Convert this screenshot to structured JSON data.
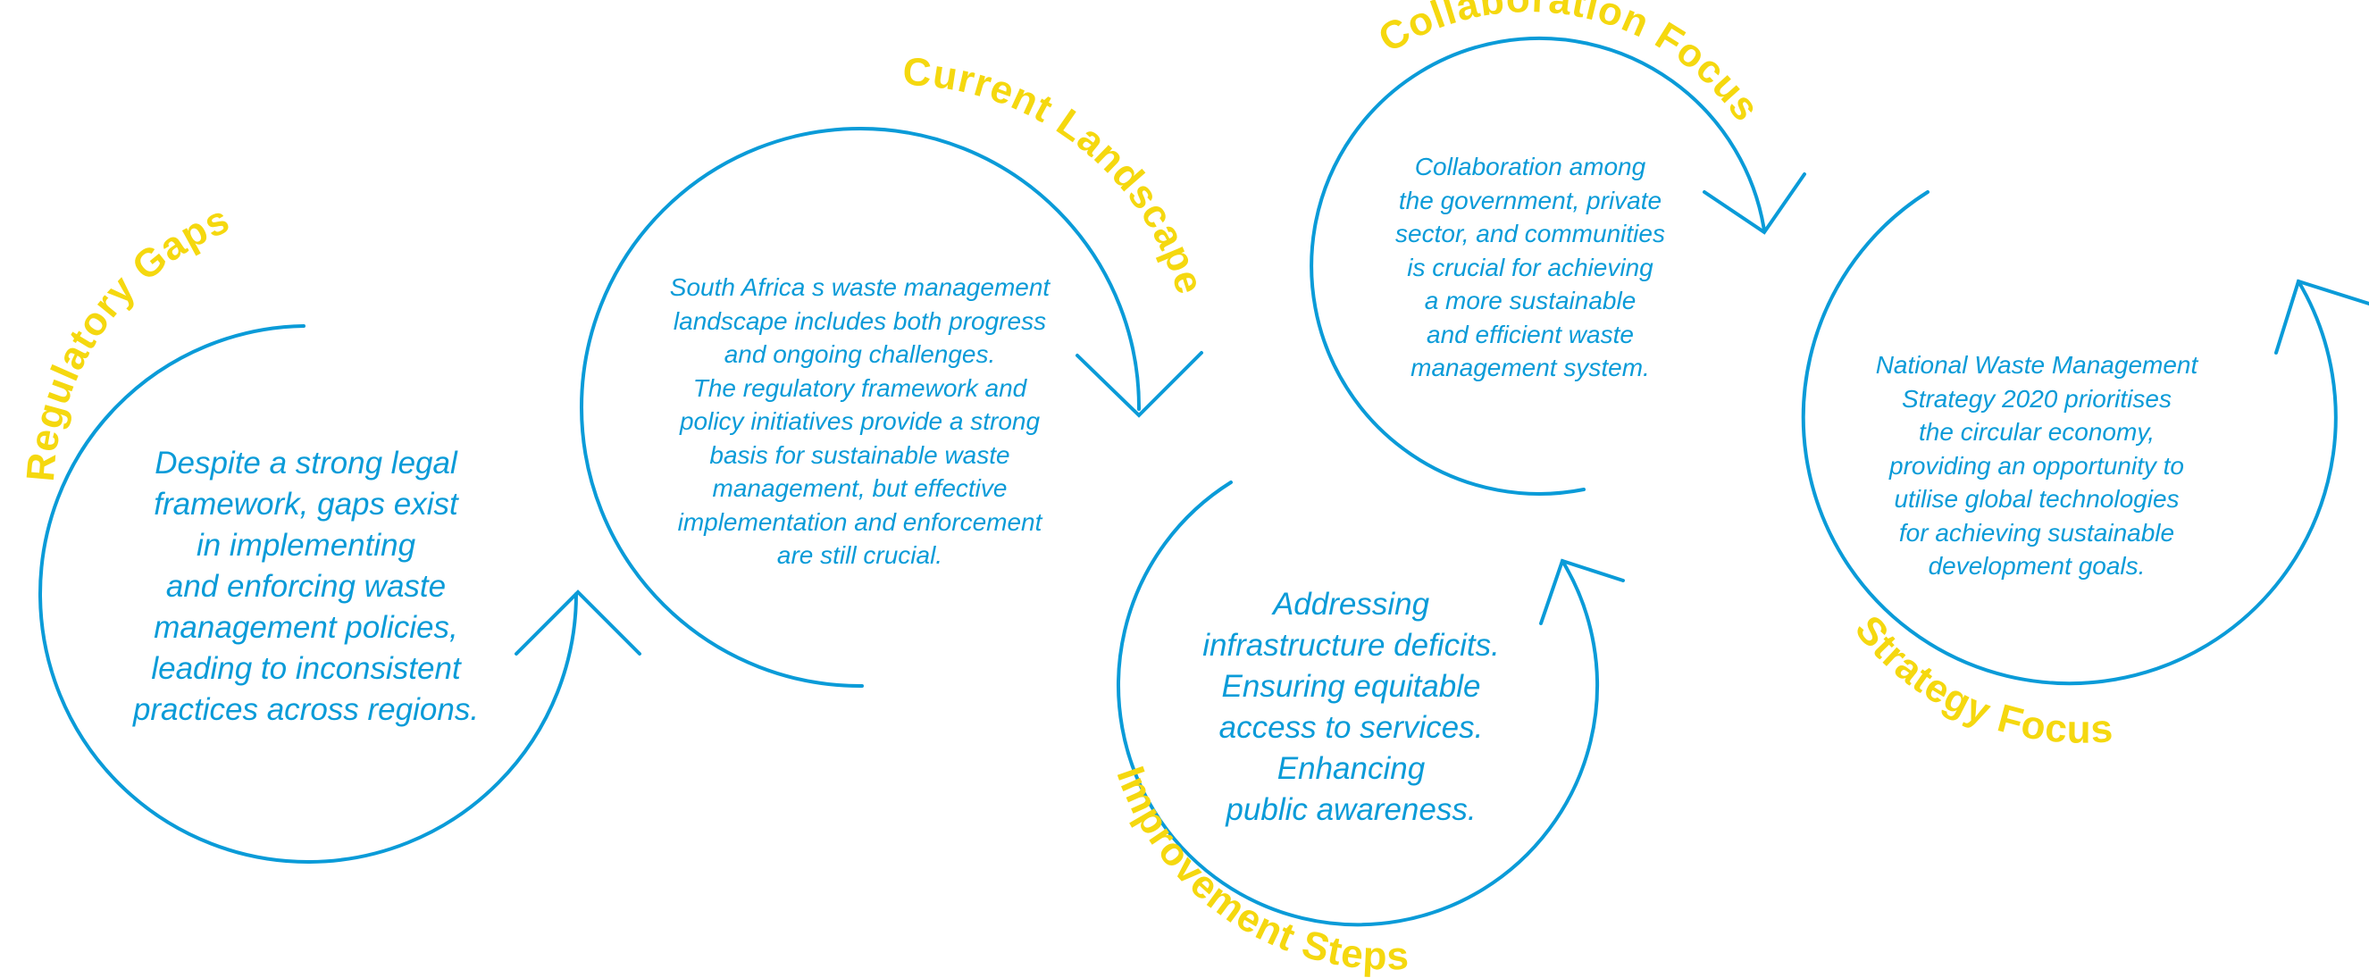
{
  "colors": {
    "line": "#0A9BD8",
    "heading": "#F5D80F",
    "body_text": "#0A9BD8",
    "background": "#ffffff"
  },
  "stages": [
    {
      "heading": "Regulatory Gaps",
      "body": "Despite a strong legal\nframework, gaps exist\nin implementing\nand enforcing waste\nmanagement policies,\nleading to inconsistent\npractices across regions."
    },
    {
      "heading": "Current Landscape",
      "body": "South Africa  s waste management\nlandscape includes both progress\nand ongoing challenges.\nThe regulatory framework and\npolicy initiatives provide a strong\nbasis for sustainable waste\nmanagement, but effective\nimplementation and enforcement\nare still crucial."
    },
    {
      "heading": "Improvement Steps",
      "body": "Addressing\ninfrastructure deficits.\nEnsuring equitable\naccess to services.\nEnhancing\npublic awareness."
    },
    {
      "heading": "Collaboration Focus",
      "body": "Collaboration among\nthe government, private\nsector, and communities\nis crucial for achieving\na more sustainable\nand efficient waste\nmanagement system."
    },
    {
      "heading": "Strategy Focus",
      "body": "National Waste Management\nStrategy 2020 prioritises\nthe circular economy,\nproviding an opportunity to\nutilise global technologies\nfor achieving sustainable\ndevelopment goals."
    }
  ]
}
